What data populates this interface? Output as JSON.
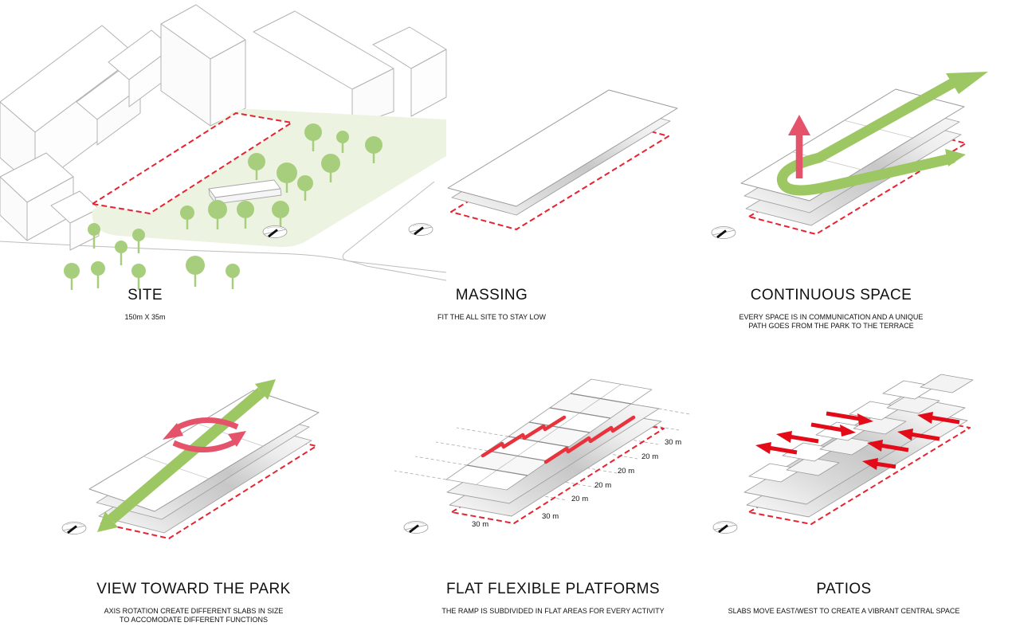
{
  "page": {
    "background": "#ffffff"
  },
  "colors": {
    "site_boundary_red": "#e82230",
    "path_green": "#9cc763",
    "tree_green": "#a7ce7c",
    "park_green": "#edf3e1",
    "rotation_pink": "#e4536a",
    "move_red": "#e30b18",
    "outline_gray": "#a8a8a8"
  },
  "icons": {
    "north_arrow": "north-arrow-compass"
  },
  "panels": {
    "site": {
      "title": "SITE",
      "subtitle_lines": [
        "150m X 35m"
      ]
    },
    "massing": {
      "title": "MASSING",
      "subtitle_lines": [
        "FIT THE ALL SITE TO STAY LOW"
      ]
    },
    "continuous": {
      "title": "CONTINUOUS SPACE",
      "subtitle_lines": [
        "EVERY SPACE IS IN COMMUNICATION AND A UNIQUE",
        "PATH GOES FROM THE PARK TO THE TERRACE"
      ]
    },
    "view": {
      "title": "VIEW TOWARD THE PARK",
      "subtitle_lines": [
        "AXIS ROTATION CREATE DIFFERENT SLABS IN SIZE",
        "TO ACCOMODATE DIFFERENT FUNCTIONS"
      ]
    },
    "flat": {
      "title": "FLAT FLEXIBLE PLATFORMS",
      "subtitle_lines": [
        "THE RAMP IS SUBDIVIDED IN FLAT AREAS FOR EVERY ACTIVITY"
      ],
      "dims": [
        "30 m",
        "20 m",
        "20 m",
        "20 m",
        "20 m",
        "30 m",
        "30 m"
      ]
    },
    "patios": {
      "title": "PATIOS",
      "subtitle_lines": [
        "SLABS MOVE EAST/WEST TO CREATE A VIBRANT CENTRAL SPACE"
      ]
    }
  }
}
